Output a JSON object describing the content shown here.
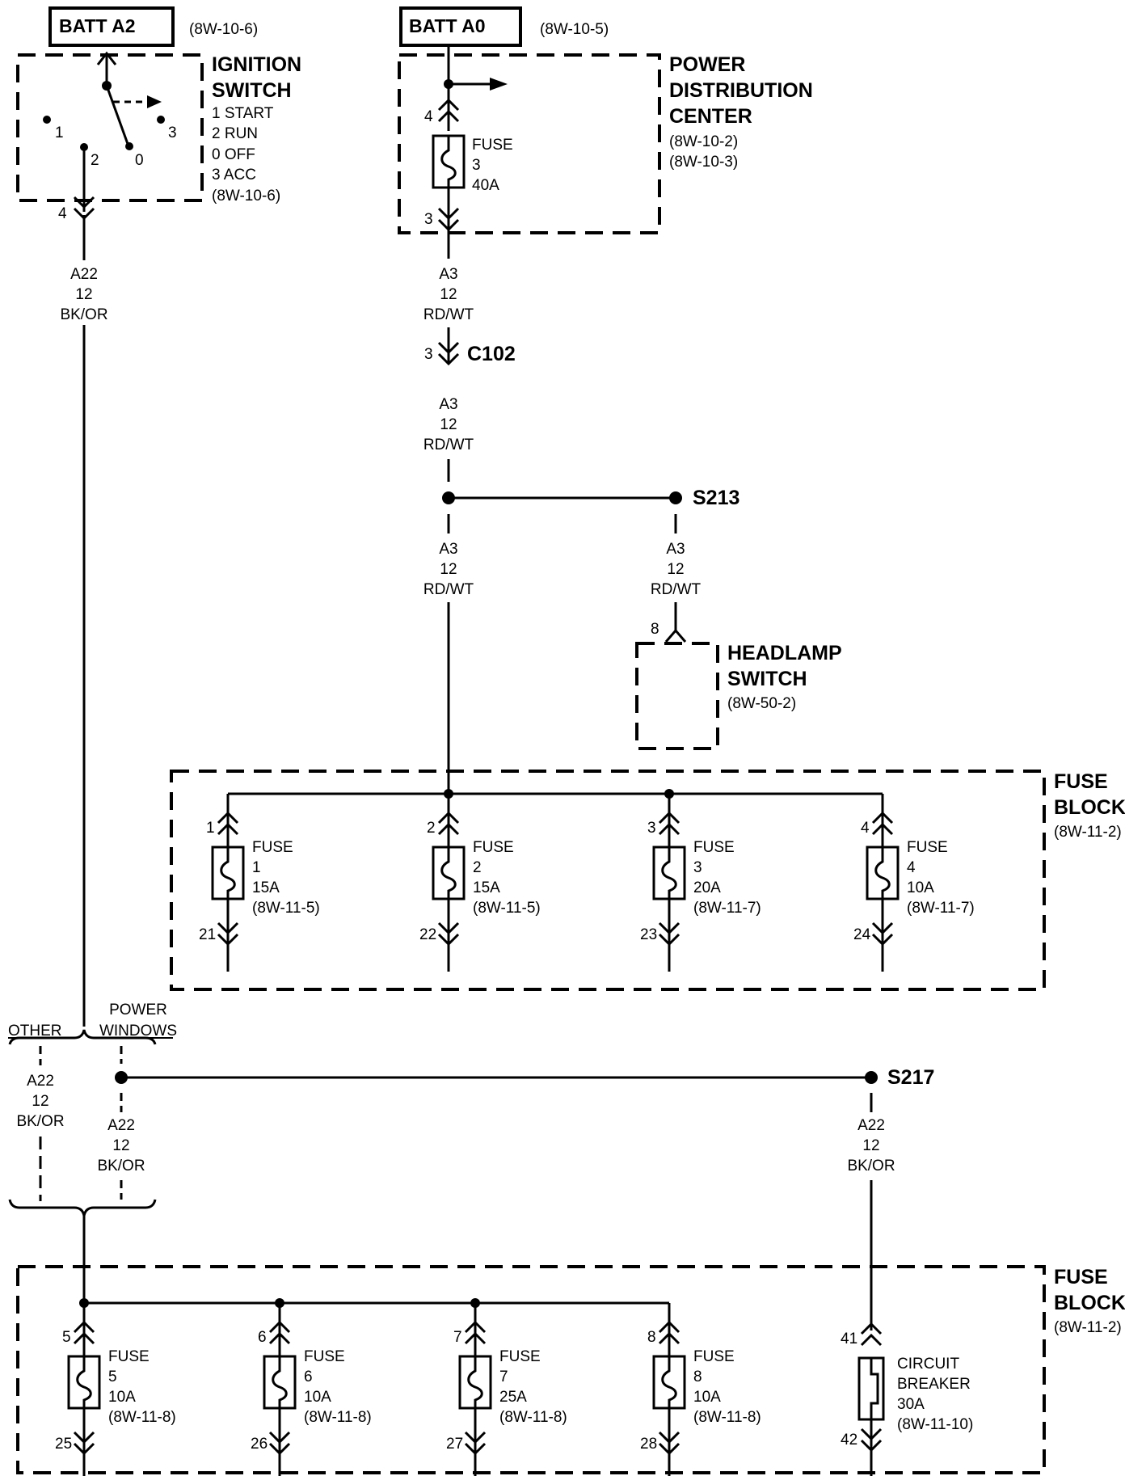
{
  "batt_a2": {
    "label": "BATT A2",
    "ref": "(8W-10-6)"
  },
  "batt_a0": {
    "label": "BATT A0",
    "ref": "(8W-10-5)"
  },
  "ignition_switch": {
    "title_1": "IGNITION",
    "title_2": "SWITCH",
    "positions": [
      "1 START",
      "2 RUN",
      "0 OFF",
      "3 ACC"
    ],
    "ref": "(8W-10-6)",
    "contact_labels": [
      "1",
      "2",
      "0",
      "3"
    ],
    "pin": "4"
  },
  "pdc": {
    "title_1": "POWER",
    "title_2": "DISTRIBUTION",
    "title_3": "CENTER",
    "refs": [
      "(8W-10-2)",
      "(8W-10-3)"
    ],
    "pin_in": "4",
    "pin_out": "3",
    "fuse": {
      "label": "FUSE",
      "number": "3",
      "rating": "40A"
    }
  },
  "wire_a22_top": {
    "circuit": "A22",
    "gauge": "12",
    "color": "BK/OR"
  },
  "wire_a3_1": {
    "circuit": "A3",
    "gauge": "12",
    "color": "RD/WT"
  },
  "c102": {
    "name": "C102",
    "pin": "3"
  },
  "wire_a3_2": {
    "circuit": "A3",
    "gauge": "12",
    "color": "RD/WT"
  },
  "s213": {
    "name": "S213"
  },
  "wire_a3_3": {
    "circuit": "A3",
    "gauge": "12",
    "color": "RD/WT"
  },
  "wire_a3_4": {
    "circuit": "A3",
    "gauge": "12",
    "color": "RD/WT"
  },
  "headlamp_switch": {
    "title_1": "HEADLAMP",
    "title_2": "SWITCH",
    "ref": "(8W-50-2)",
    "pin": "8"
  },
  "fuse_block_1": {
    "title_1": "FUSE",
    "title_2": "BLOCK",
    "ref": "(8W-11-2)",
    "fuses": [
      {
        "in": "1",
        "out": "21",
        "label": "FUSE",
        "number": "1",
        "rating": "15A",
        "ref": "(8W-11-5)"
      },
      {
        "in": "2",
        "out": "22",
        "label": "FUSE",
        "number": "2",
        "rating": "15A",
        "ref": "(8W-11-5)"
      },
      {
        "in": "3",
        "out": "23",
        "label": "FUSE",
        "number": "3",
        "rating": "20A",
        "ref": "(8W-11-7)"
      },
      {
        "in": "4",
        "out": "24",
        "label": "FUSE",
        "number": "4",
        "rating": "10A",
        "ref": "(8W-11-7)"
      }
    ]
  },
  "split": {
    "other": "OTHER",
    "power_1": "POWER",
    "power_2": "WINDOWS"
  },
  "wire_a22_other": {
    "circuit": "A22",
    "gauge": "12",
    "color": "BK/OR"
  },
  "wire_a22_pw": {
    "circuit": "A22",
    "gauge": "12",
    "color": "BK/OR"
  },
  "s217": {
    "name": "S217"
  },
  "wire_a22_s217": {
    "circuit": "A22",
    "gauge": "12",
    "color": "BK/OR"
  },
  "fuse_block_2": {
    "title_1": "FUSE",
    "title_2": "BLOCK",
    "ref": "(8W-11-2)",
    "fuses": [
      {
        "in": "5",
        "out": "25",
        "label": "FUSE",
        "number": "5",
        "rating": "10A",
        "ref": "(8W-11-8)"
      },
      {
        "in": "6",
        "out": "26",
        "label": "FUSE",
        "number": "6",
        "rating": "10A",
        "ref": "(8W-11-8)"
      },
      {
        "in": "7",
        "out": "27",
        "label": "FUSE",
        "number": "7",
        "rating": "25A",
        "ref": "(8W-11-8)"
      },
      {
        "in": "8",
        "out": "28",
        "label": "FUSE",
        "number": "8",
        "rating": "10A",
        "ref": "(8W-11-8)"
      }
    ],
    "breaker": {
      "in": "41",
      "out": "42",
      "label_1": "CIRCUIT",
      "label_2": "BREAKER",
      "rating": "30A",
      "ref": "(8W-11-10)"
    }
  }
}
